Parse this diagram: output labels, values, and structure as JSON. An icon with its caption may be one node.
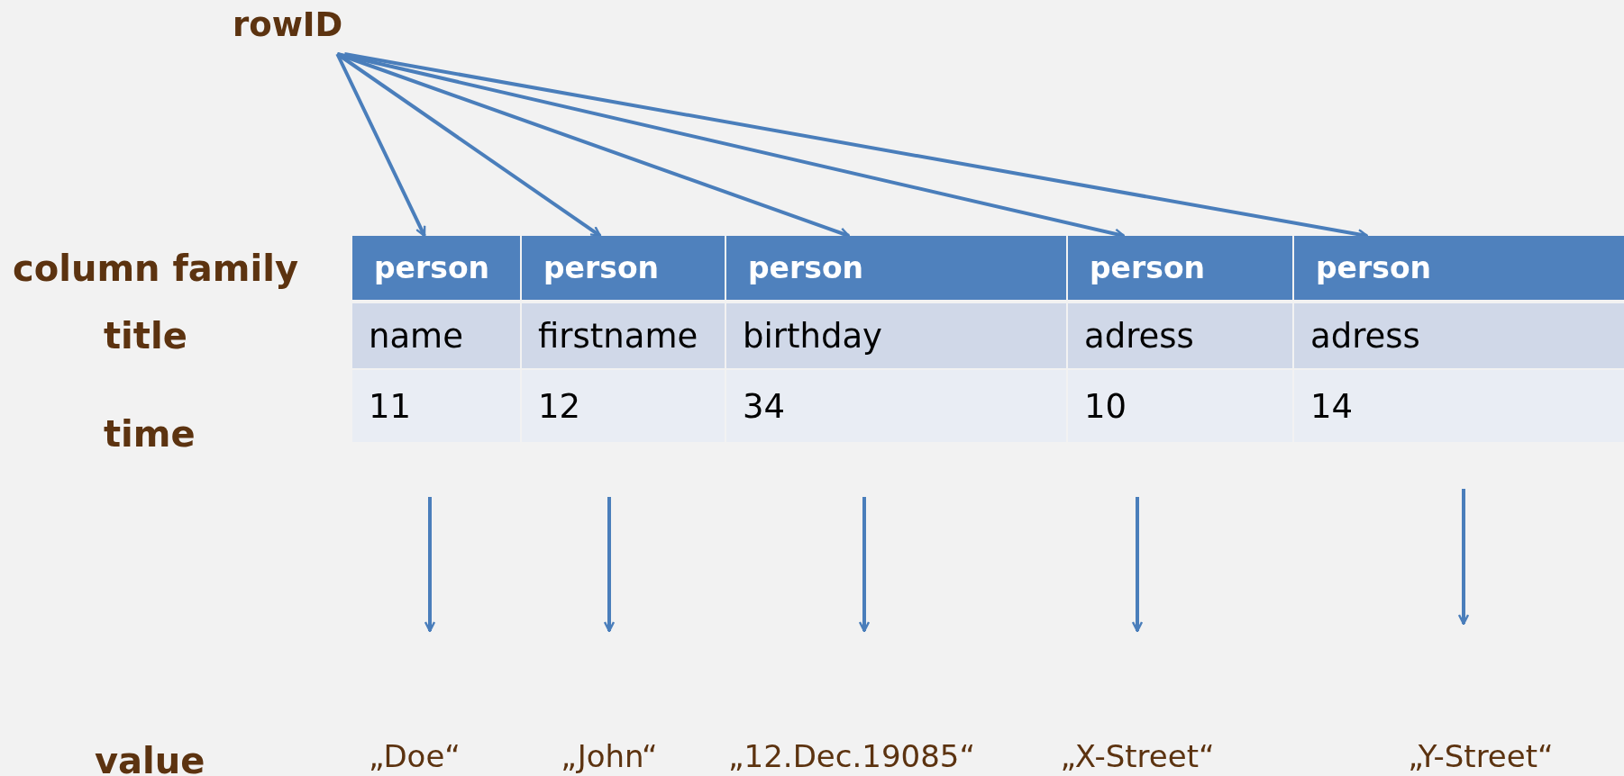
{
  "diagram": {
    "nodes": [
      {
        "text": [
          "rowID"
        ]
      },
      {
        "text": [
          "person"
        ]
      },
      {
        "text": [
          "person"
        ]
      },
      {
        "text": [
          "person"
        ]
      },
      {
        "text": [
          "person"
        ]
      },
      {
        "text": [
          "person"
        ]
      },
      {
        "text": [
          "„Doe“"
        ]
      },
      {
        "text": [
          "„John“"
        ]
      },
      {
        "text": [
          "„12.Dec.19085“"
        ]
      },
      {
        "text": [
          "„X-Street“"
        ]
      },
      {
        "text": [
          "„Y-Street“"
        ]
      }
    ],
    "edges": [
      {
        "from": 0,
        "to": 1,
        "arrow": "to"
      },
      {
        "from": 0,
        "to": 2,
        "arrow": "to"
      },
      {
        "from": 0,
        "to": 3,
        "arrow": "to"
      },
      {
        "from": 0,
        "to": 4,
        "arrow": "to"
      },
      {
        "from": 0,
        "to": 5,
        "arrow": "to"
      }
    ],
    "labels": [
      "column family",
      "title",
      "name",
      "firstname",
      "birthday",
      "adress",
      "adress",
      "time",
      "11",
      "12",
      "34",
      "10",
      "14",
      "value"
    ]
  }
}
